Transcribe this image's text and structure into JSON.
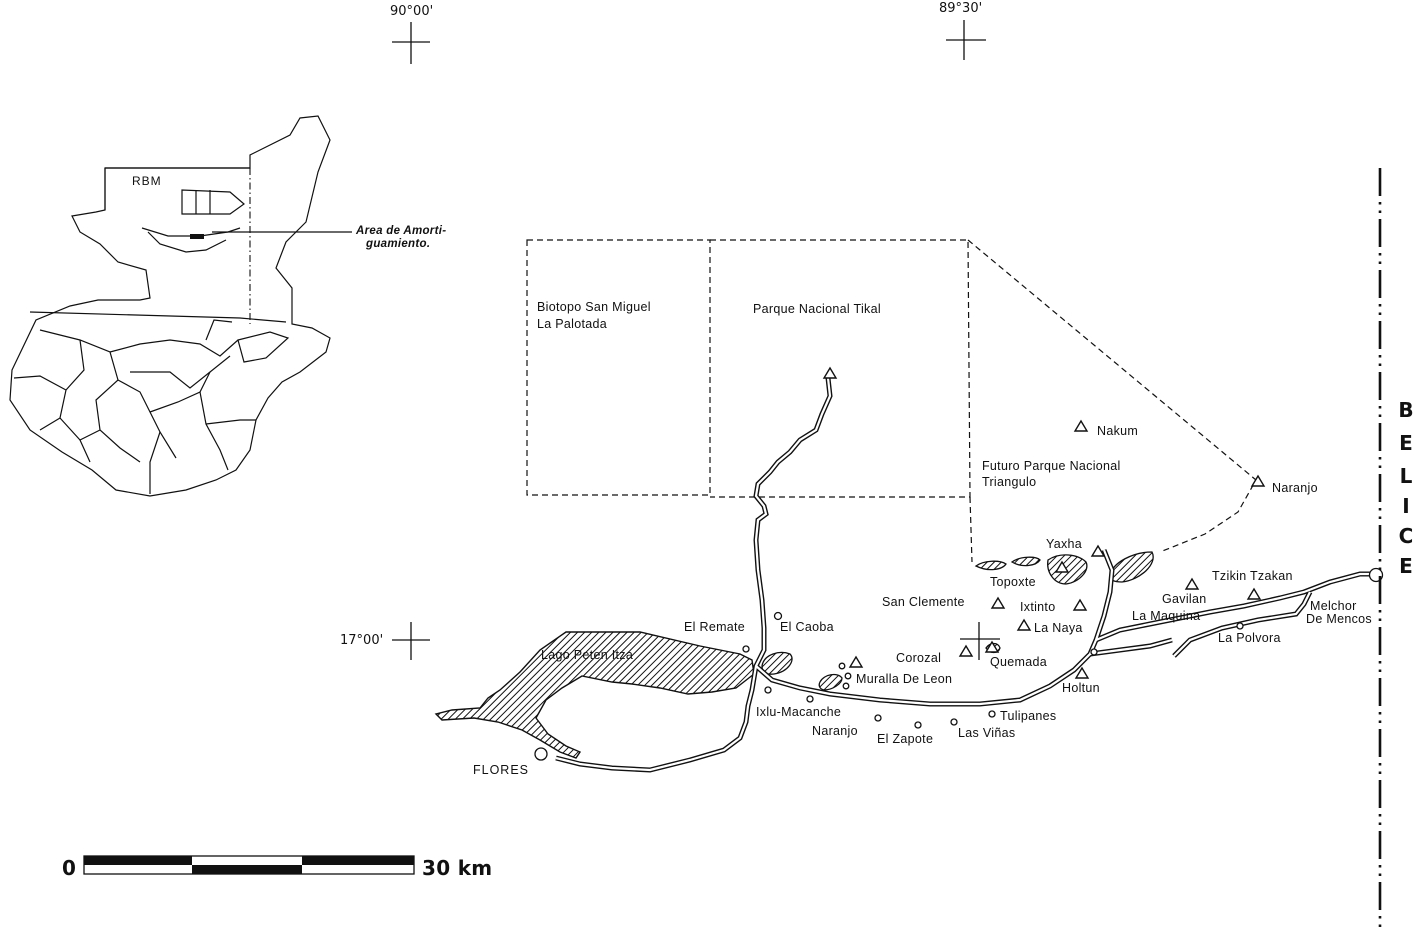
{
  "coordinates": {
    "lon_west": "90°00'",
    "lon_east": "89°30'",
    "lat": "17°00'"
  },
  "inset": {
    "rbm": "RBM",
    "buffer_line1": "Area de Amorti-",
    "buffer_line2": "guamiento."
  },
  "zones": {
    "biotopo_line1": "Biotopo San Miguel",
    "biotopo_line2": "La Palotada",
    "tikal": "Parque Nacional Tikal",
    "triangulo_line1": "Futuro Parque Nacional",
    "triangulo_line2": "Triangulo"
  },
  "places": {
    "nakum": "Nakum",
    "naranjo_ne": "Naranjo",
    "yaxha": "Yaxha",
    "topoxte": "Topoxte",
    "san_clemente": "San Clemente",
    "ixtinto": "Ixtinto",
    "la_naya": "La Naya",
    "tzikin_tzakan": "Tzikin Tzakan",
    "gavilan": "Gavilan",
    "la_maquina": "La Maquina",
    "melchor_line1": "Melchor",
    "melchor_line2": "De Mencos",
    "la_polvora": "La Polvora",
    "el_remate": "El Remate",
    "el_caoba": "El Caoba",
    "corozal": "Corozal",
    "quemada": "Quemada",
    "holtun": "Holtun",
    "muralla": "Muralla De Leon",
    "lago": "Lago Peten Itza",
    "ixlu": "Ixlu-Macanche",
    "naranjo_s": "Naranjo",
    "el_zapote": "El Zapote",
    "las_vinas": "Las Viñas",
    "tulipanes": "Tulipanes",
    "flores": "FLORES"
  },
  "country": [
    "B",
    "E",
    "L",
    "I",
    "C",
    "E"
  ],
  "scale": {
    "start": "0",
    "end": "30 km"
  }
}
